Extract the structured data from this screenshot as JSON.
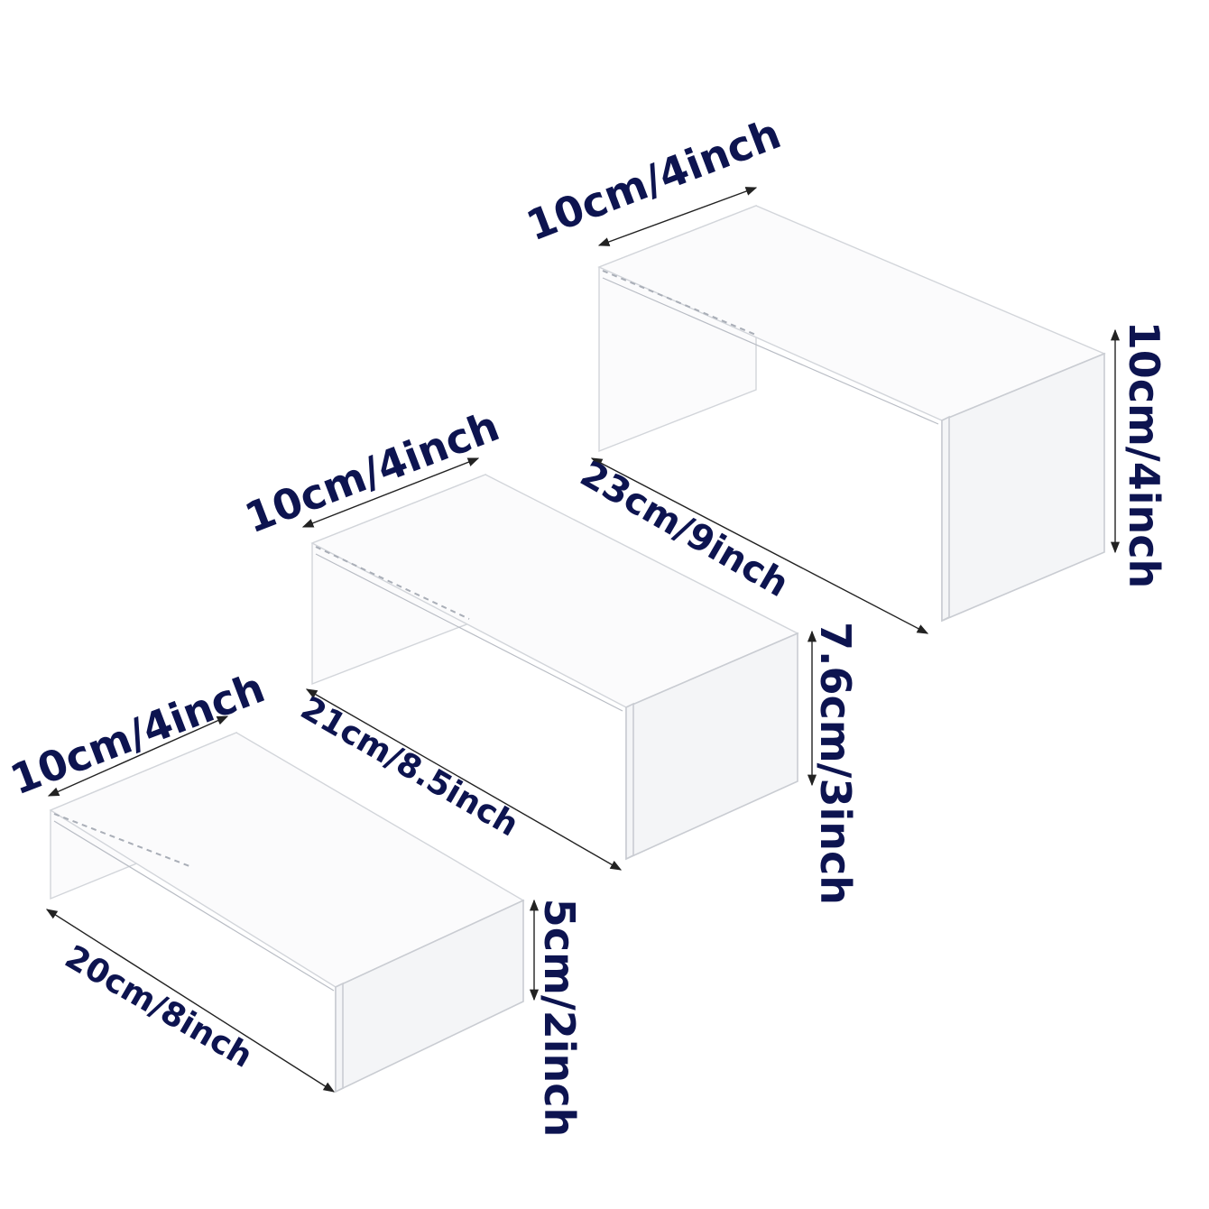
{
  "riser_set": {
    "large": {
      "depth_label": "10cm/4inch",
      "length_label": "23cm/9inch",
      "height_label": "10cm/4inch"
    },
    "medium": {
      "depth_label": "10cm/4inch",
      "length_label": "21cm/8.5inch",
      "height_label": "7.6cm/3inch"
    },
    "small": {
      "depth_label": "10cm/4inch",
      "length_label": "20cm/8inch",
      "height_label": "5cm/2inch"
    }
  },
  "colors": {
    "label_text": "#0d1450",
    "acrylic_outline": "#c9ccd2",
    "dimension_line": "#222222"
  }
}
